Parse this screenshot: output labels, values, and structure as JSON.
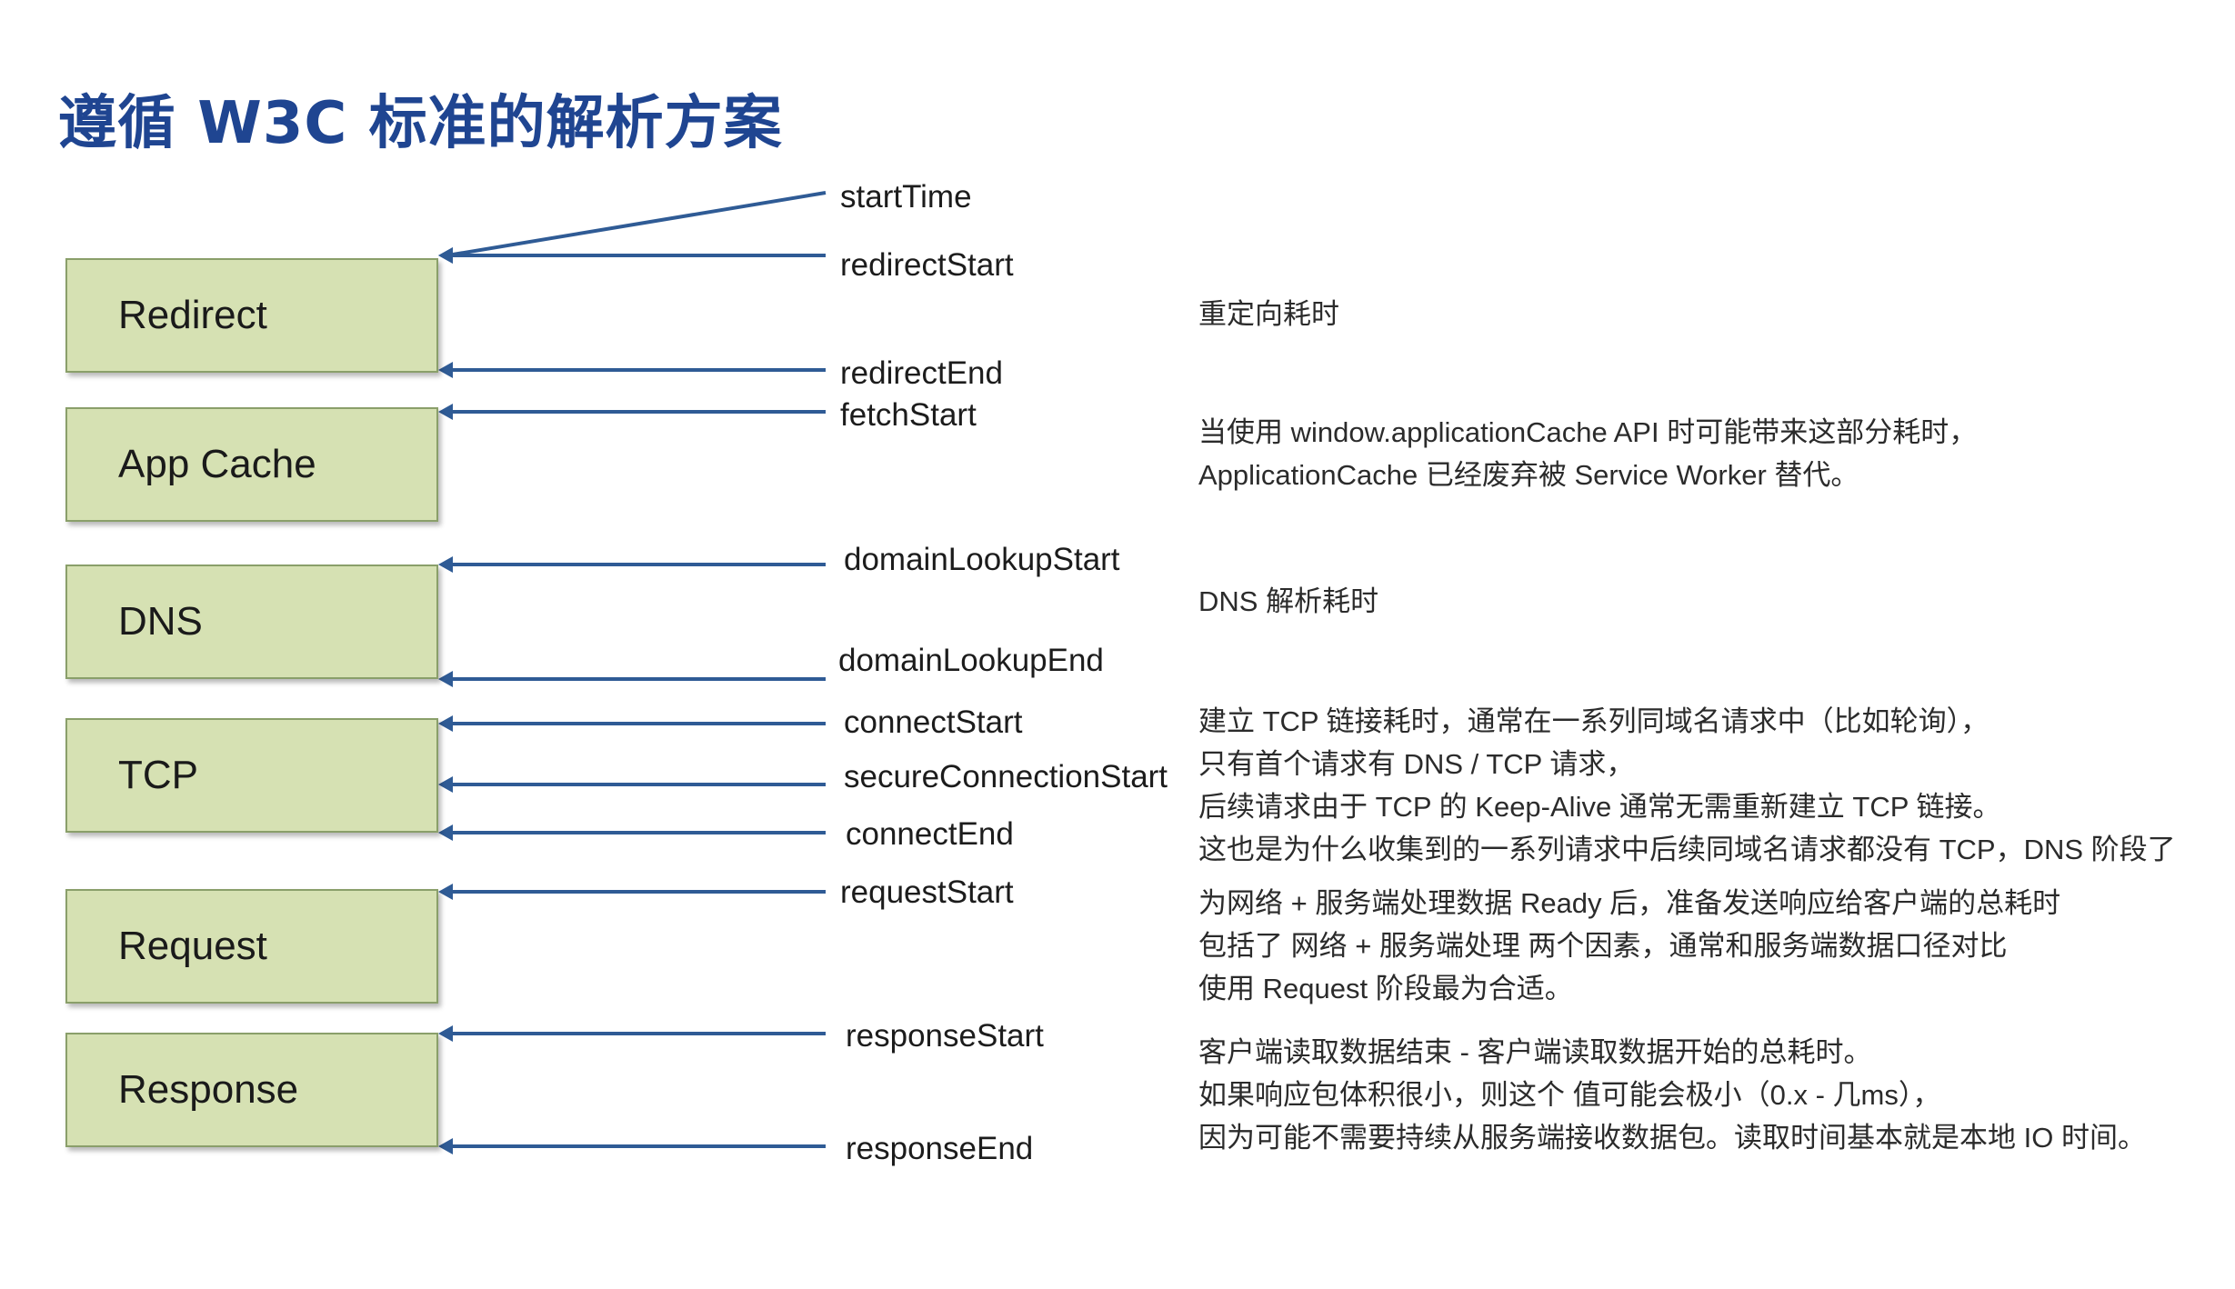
{
  "title": "遵循 W3C 标准的解析方案",
  "colors": {
    "title": "#1f4591",
    "box_fill": "#d6e1b3",
    "box_border": "#8a9f6a",
    "arrow": "#2f5b95"
  },
  "phases": [
    {
      "name": "Redirect"
    },
    {
      "name": "App Cache"
    },
    {
      "name": "DNS"
    },
    {
      "name": "TCP"
    },
    {
      "name": "Request"
    },
    {
      "name": "Response"
    }
  ],
  "markers": [
    {
      "label": "startTime"
    },
    {
      "label": "redirectStart"
    },
    {
      "label": "redirectEnd"
    },
    {
      "label": "fetchStart"
    },
    {
      "label": "domainLookupStart"
    },
    {
      "label": "domainLookupEnd"
    },
    {
      "label": "connectStart"
    },
    {
      "label": "secureConnectionStart"
    },
    {
      "label": "connectEnd"
    },
    {
      "label": "requestStart"
    },
    {
      "label": "responseStart"
    },
    {
      "label": "responseEnd"
    }
  ],
  "notes": [
    {
      "lines": [
        "重定向耗时"
      ]
    },
    {
      "lines": [
        "当使用 window.applicationCache API 时可能带来这部分耗时，",
        "ApplicationCache 已经废弃被 Service Worker 替代。"
      ]
    },
    {
      "lines": [
        "DNS 解析耗时"
      ]
    },
    {
      "lines": [
        "建立 TCP 链接耗时，通常在一系列同域名请求中（比如轮询），",
        "只有首个请求有 DNS / TCP 请求，",
        "后续请求由于 TCP 的 Keep-Alive 通常无需重新建立 TCP 链接。",
        "这也是为什么收集到的一系列请求中后续同域名请求都没有 TCP，DNS 阶段了"
      ]
    },
    {
      "lines": [
        "为网络 + 服务端处理数据 Ready 后，准备发送响应给客户端的总耗时",
        "包括了 网络 + 服务端处理 两个因素，通常和服务端数据口径对比",
        "使用 Request 阶段最为合适。"
      ]
    },
    {
      "lines": [
        "客户端读取数据结束 - 客户端读取数据开始的总耗时。",
        "如果响应包体积很小，则这个 值可能会极小（0.x - 几ms），",
        "因为可能不需要持续从服务端接收数据包。读取时间基本就是本地 IO 时间。"
      ]
    }
  ]
}
